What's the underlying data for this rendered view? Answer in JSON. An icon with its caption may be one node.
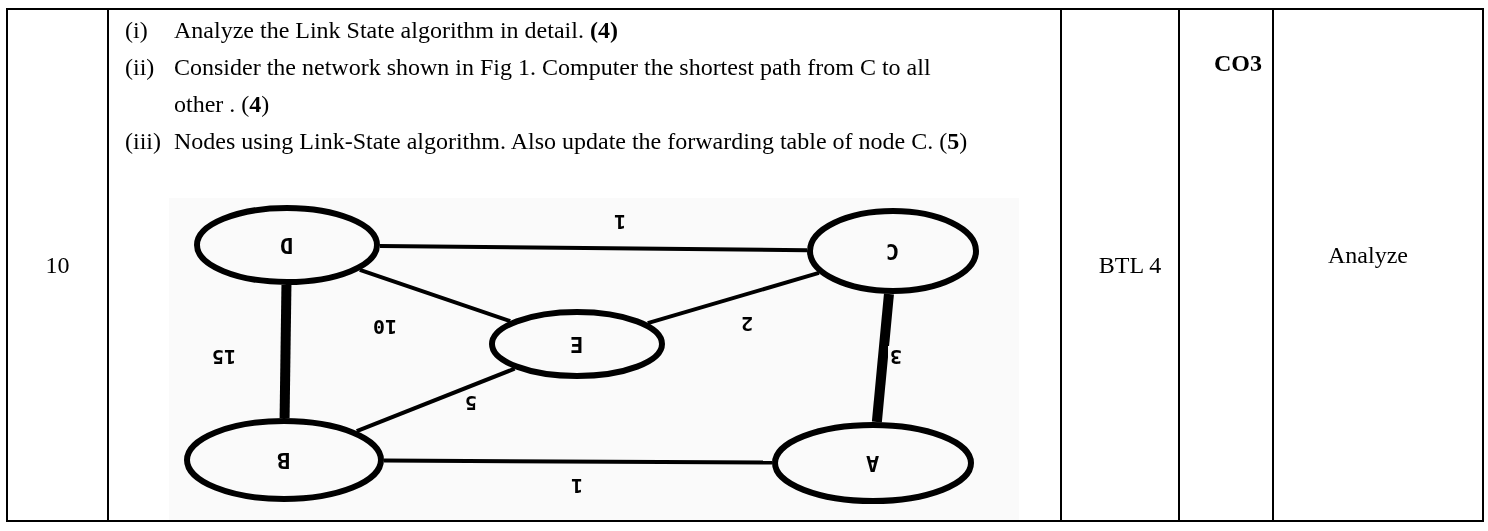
{
  "diagram": {
    "nodes": [
      {
        "text": [
          "D"
        ]
      },
      {
        "text": [
          "C"
        ]
      },
      {
        "text": [
          "E"
        ]
      },
      {
        "text": [
          "B"
        ]
      },
      {
        "text": [
          "A"
        ]
      }
    ],
    "edges": [
      {
        "from": 0,
        "to": 1,
        "arrow": "none",
        "label": "1"
      },
      {
        "from": 0,
        "to": 2,
        "arrow": "none",
        "label": "10"
      },
      {
        "from": 1,
        "to": 2,
        "arrow": "none",
        "label": "2"
      },
      {
        "from": 0,
        "to": 3,
        "arrow": "none",
        "label": "15",
        "style": "thick"
      },
      {
        "from": 2,
        "to": 3,
        "arrow": "none",
        "label": "5"
      },
      {
        "from": 1,
        "to": 4,
        "arrow": "none",
        "label": "3",
        "style": "thick"
      },
      {
        "from": 3,
        "to": 4,
        "arrow": "none",
        "label": "1"
      }
    ],
    "labels": [
      "10",
      "(i)",
      "Analyze the Link State algorithm in detail. **(4)**",
      "(ii)",
      "Consider the network shown in Fig 1. Computer the shortest path from C to all other . (**4**)",
      "(iii)",
      "Nodes using Link-State algorithm. Also update the forwarding table of node C. (**5**)",
      "BTL 4",
      "CO3",
      "Analyze"
    ]
  }
}
